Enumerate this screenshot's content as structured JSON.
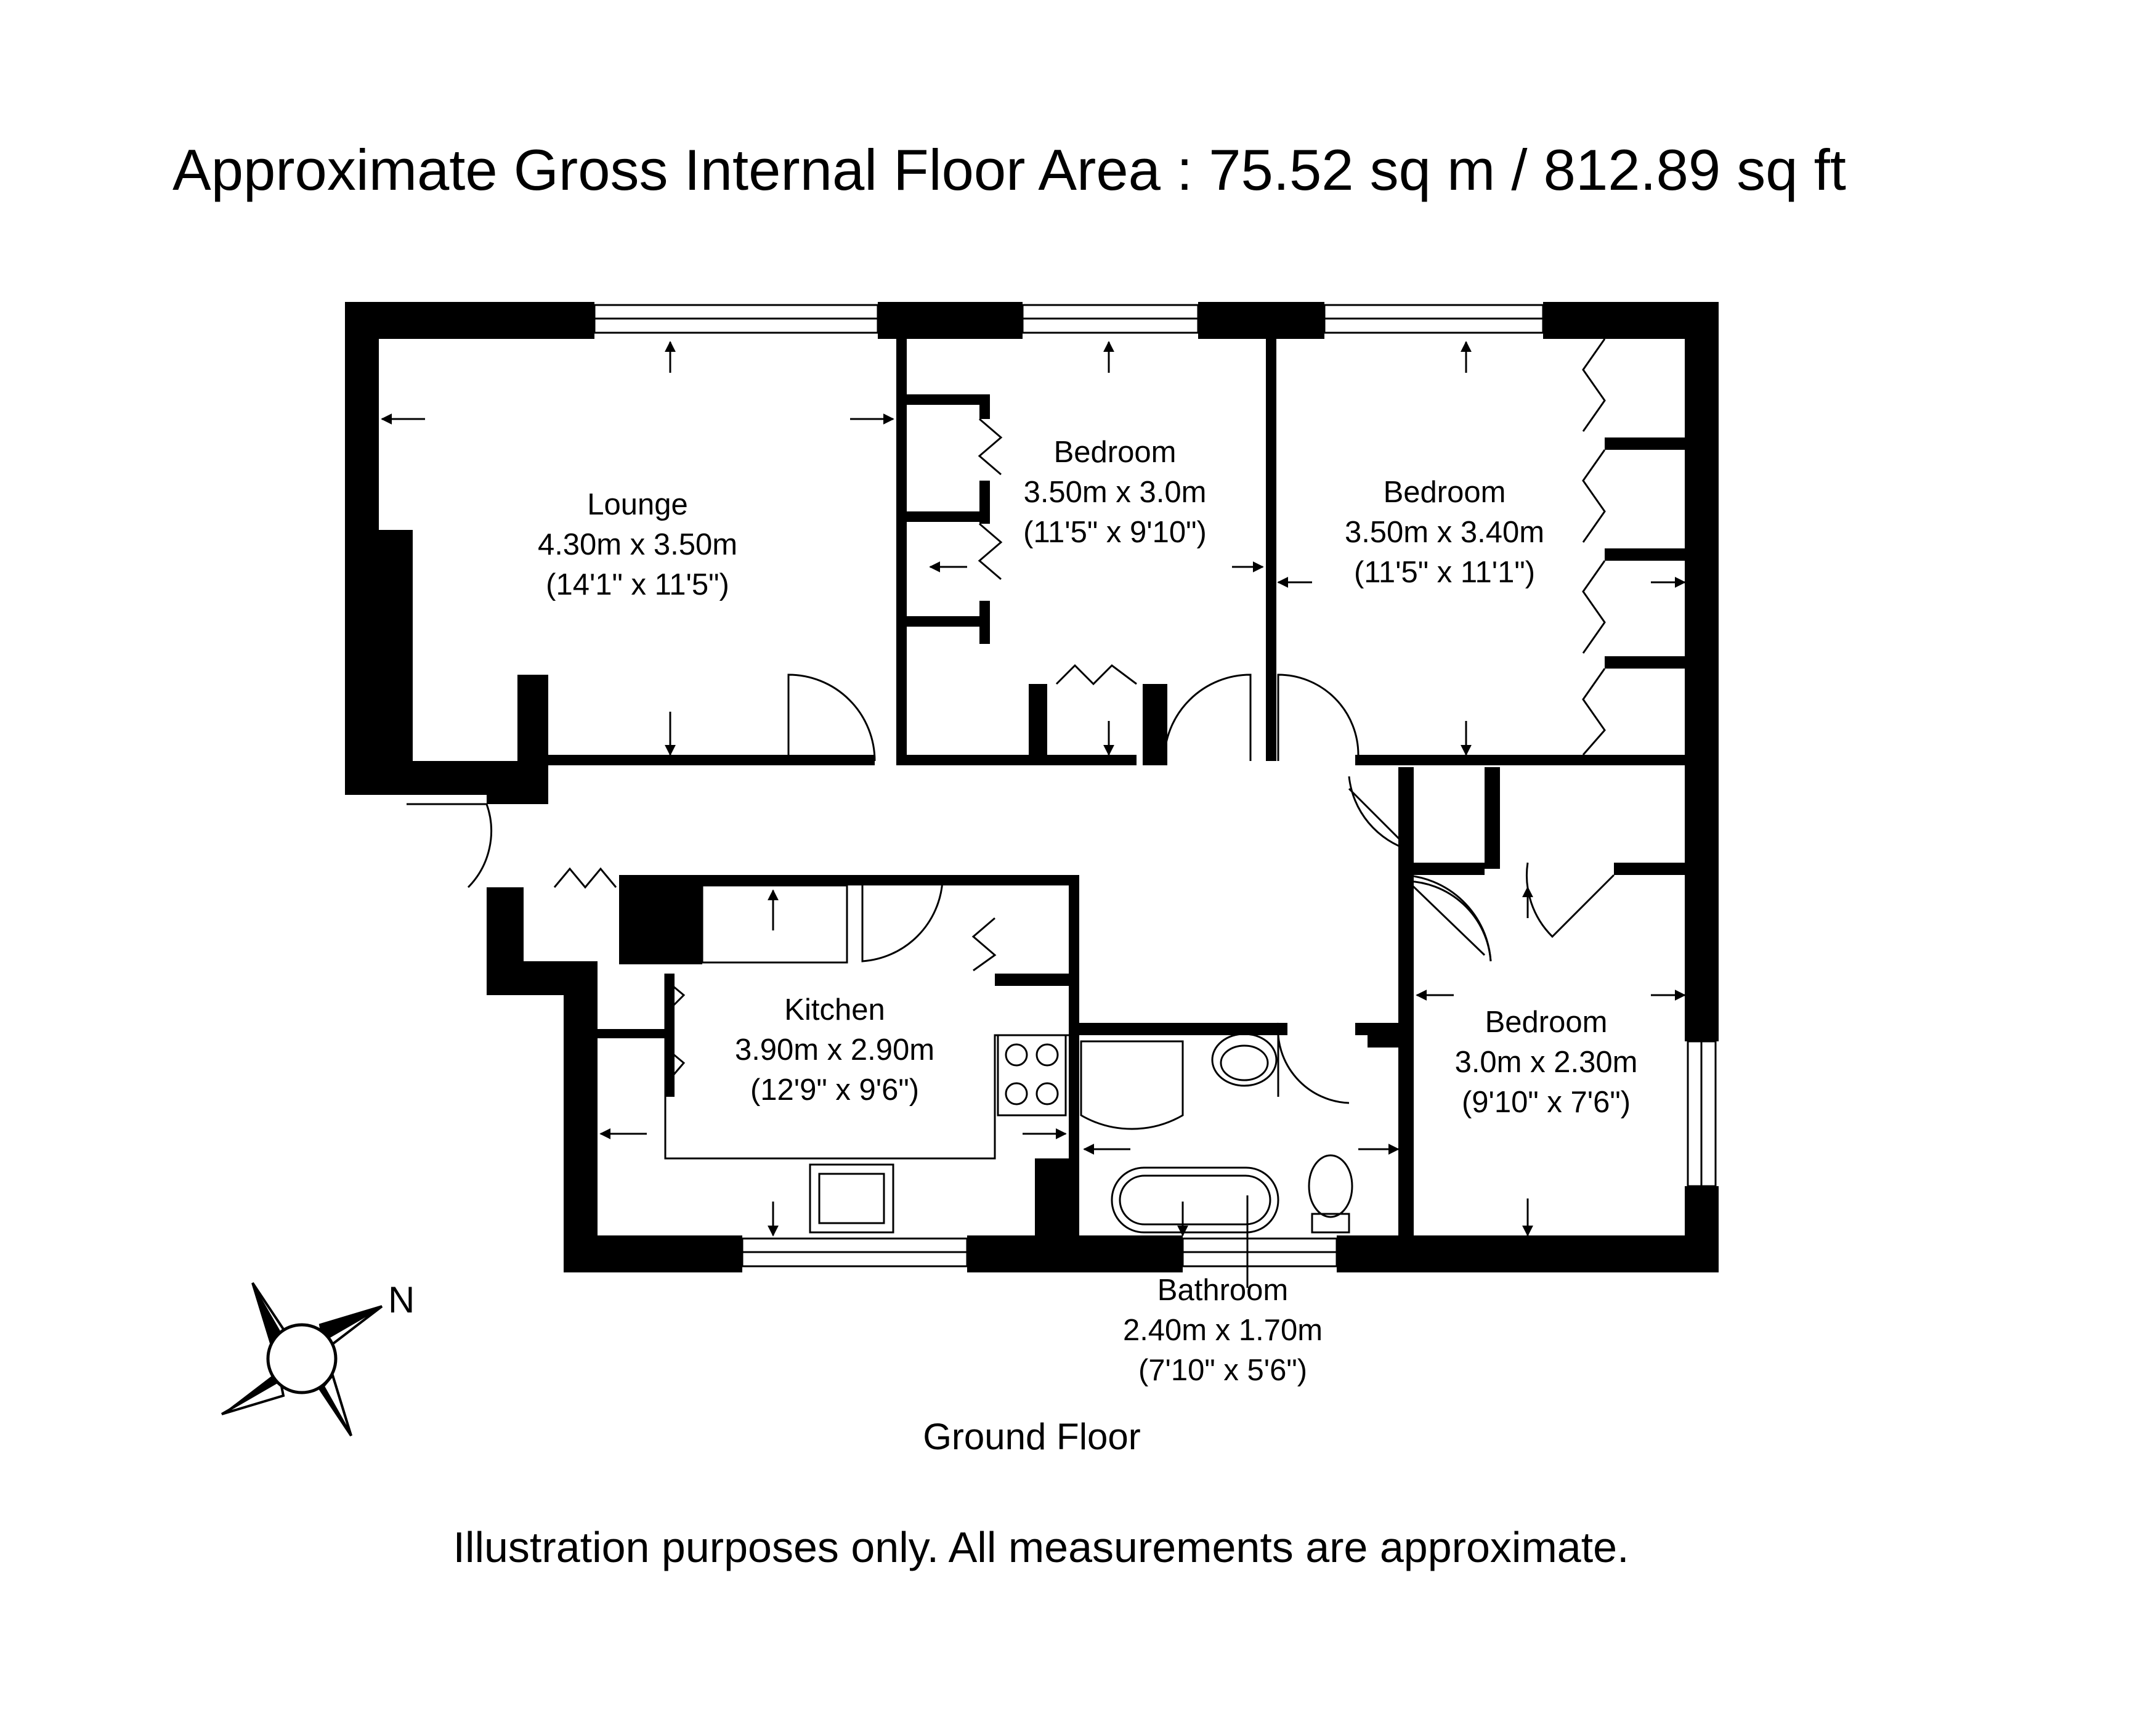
{
  "header": {
    "title": "Approximate Gross Internal Floor Area : 75.52 sq m / 812.89 sq ft"
  },
  "rooms": [
    {
      "id": "lounge",
      "name": "Lounge",
      "metric": "4.30m x 3.50m",
      "imperial": "(14'1\" x 11'5\")"
    },
    {
      "id": "bedroom1",
      "name": "Bedroom",
      "metric": "3.50m x 3.0m",
      "imperial": "(11'5\" x 9'10\")"
    },
    {
      "id": "bedroom2",
      "name": "Bedroom",
      "metric": "3.50m x 3.40m",
      "imperial": "(11'5\" x 11'1\")"
    },
    {
      "id": "kitchen",
      "name": "Kitchen",
      "metric": "3.90m x 2.90m",
      "imperial": "(12'9\" x 9'6\")"
    },
    {
      "id": "bedroom3",
      "name": "Bedroom",
      "metric": "3.0m x 2.30m",
      "imperial": "(9'10\" x 7'6\")"
    },
    {
      "id": "bathroom",
      "name": "Bathroom",
      "metric": "2.40m x 1.70m",
      "imperial": "(7'10\" x 5'6\")"
    }
  ],
  "compass": {
    "label": "N"
  },
  "floor_label": "Ground Floor",
  "footer": {
    "note": "Illustration purposes only. All measurements are approximate."
  }
}
